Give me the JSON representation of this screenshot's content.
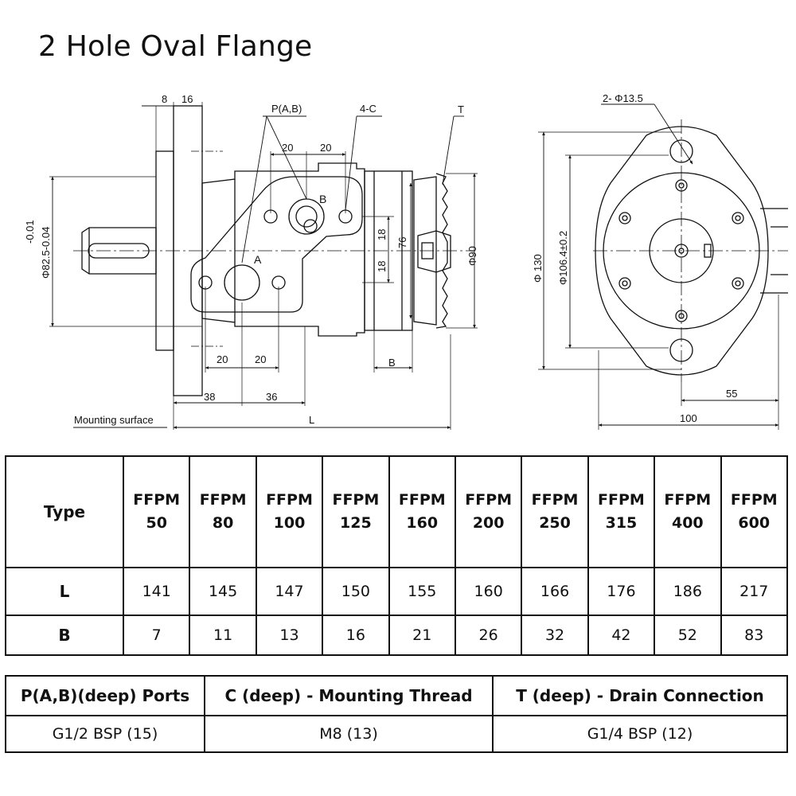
{
  "title": "2 Hole Oval Flange",
  "drawing": {
    "labels": {
      "dim_8": "8",
      "dim_16": "16",
      "ports": "P(A,B)",
      "mount_holes": "4-C",
      "drain": "T",
      "dim_20_top_a": "20",
      "dim_20_top_b": "20",
      "port_b": "B",
      "port_a": "A",
      "dim_18_a": "18",
      "dim_18_b": "18",
      "dim_76": "76",
      "dim_phi90": "Φ90",
      "shaft_tol": "-0.01",
      "shaft_dia": "Φ82.5-0.04",
      "dim_20_bot_a": "20",
      "dim_20_bot_b": "20",
      "dim_b": "B",
      "dim_38": "38",
      "dim_36": "36",
      "mount_surface": "Mounting surface",
      "dim_l": "L",
      "holes": "2- Φ13.5",
      "dim_phi130": "Φ 130",
      "dim_phi106": "Φ106.4±0.2",
      "dim_55": "55",
      "dim_100": "100"
    }
  },
  "spec_table": {
    "header_label": "Type",
    "types": [
      [
        "FFPM",
        "50"
      ],
      [
        "FFPM",
        "80"
      ],
      [
        "FFPM",
        "100"
      ],
      [
        "FFPM",
        "125"
      ],
      [
        "FFPM",
        "160"
      ],
      [
        "FFPM",
        "200"
      ],
      [
        "FFPM",
        "250"
      ],
      [
        "FFPM",
        "315"
      ],
      [
        "FFPM",
        "400"
      ],
      [
        "FFPM",
        "600"
      ]
    ],
    "rows": [
      {
        "label": "L",
        "values": [
          "141",
          "145",
          "147",
          "150",
          "155",
          "160",
          "166",
          "176",
          "186",
          "217"
        ]
      },
      {
        "label": "B",
        "values": [
          "7",
          "11",
          "13",
          "16",
          "21",
          "26",
          "32",
          "42",
          "52",
          "83"
        ]
      }
    ]
  },
  "connection_table": {
    "headers": [
      "P(A,B)(deep) Ports",
      "C (deep) - Mounting Thread",
      "T (deep) - Drain Connection"
    ],
    "values": [
      "G1/2 BSP (15)",
      "M8 (13)",
      "G1/4 BSP (12)"
    ]
  }
}
